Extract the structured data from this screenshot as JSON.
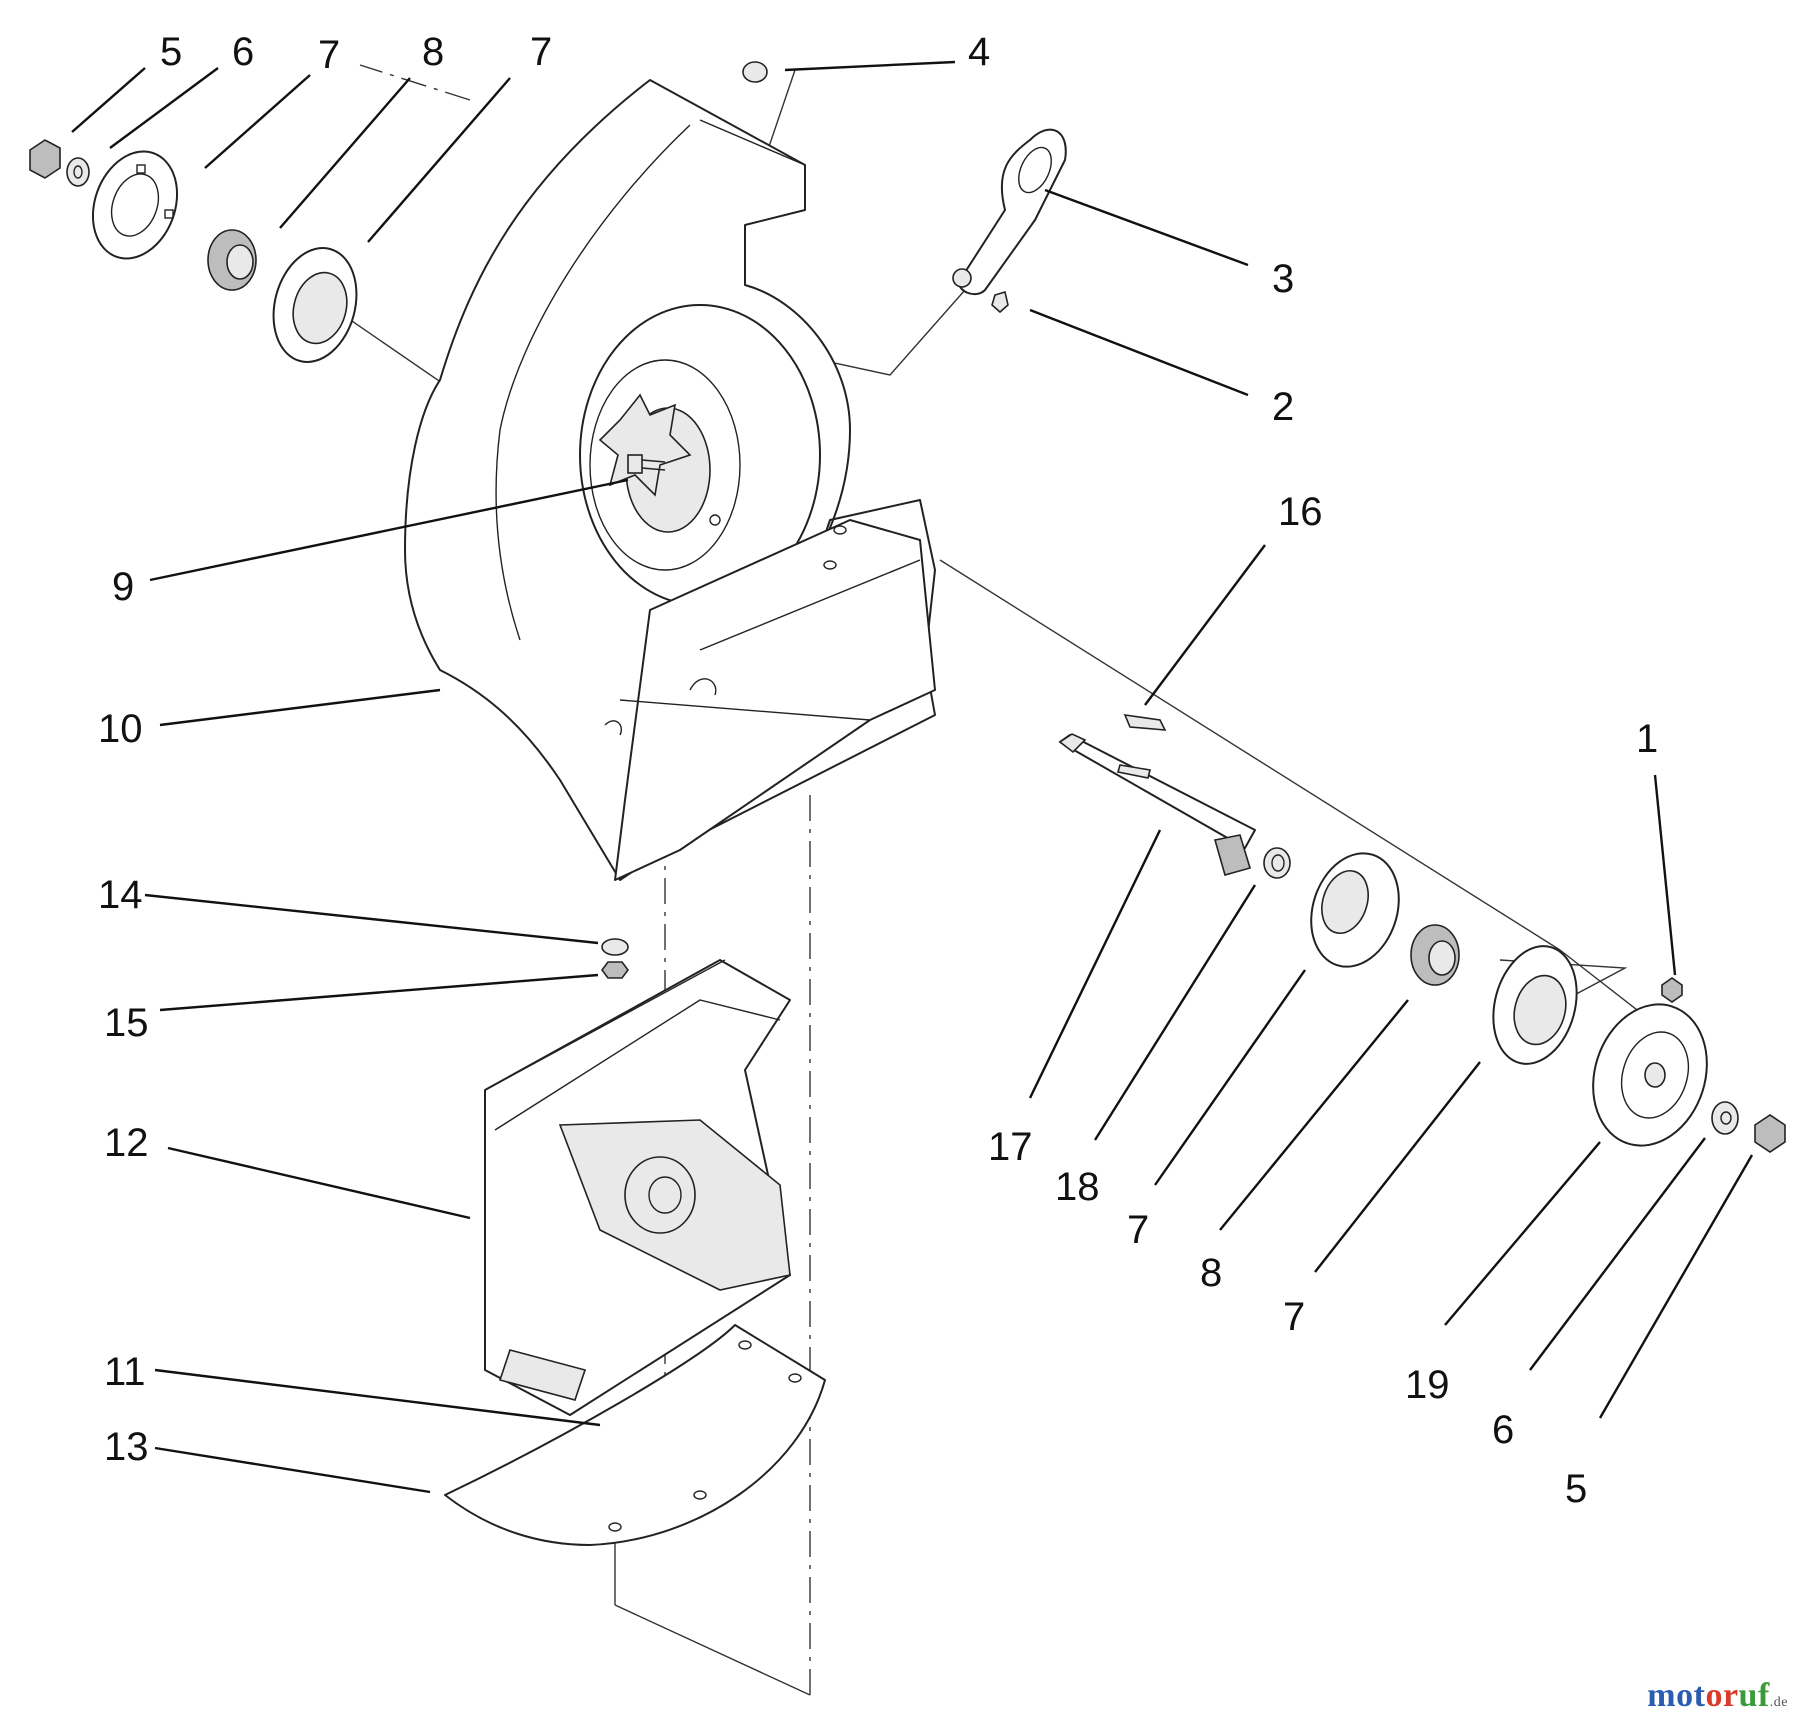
{
  "diagram": {
    "callouts": [
      "1",
      "2",
      "3",
      "4",
      "5",
      "6",
      "7",
      "8",
      "9",
      "10",
      "11",
      "12",
      "13",
      "14",
      "15",
      "16",
      "17",
      "18",
      "19"
    ],
    "watermark": {
      "part1": "mot",
      "part2": "or",
      "part3": "uf",
      "suffix": ".de"
    }
  },
  "colors": {
    "ink": "#111111",
    "line": "#222222",
    "brand_blue": "#2a5db0",
    "brand_red": "#d93a2b",
    "brand_green": "#3a9b3a"
  }
}
